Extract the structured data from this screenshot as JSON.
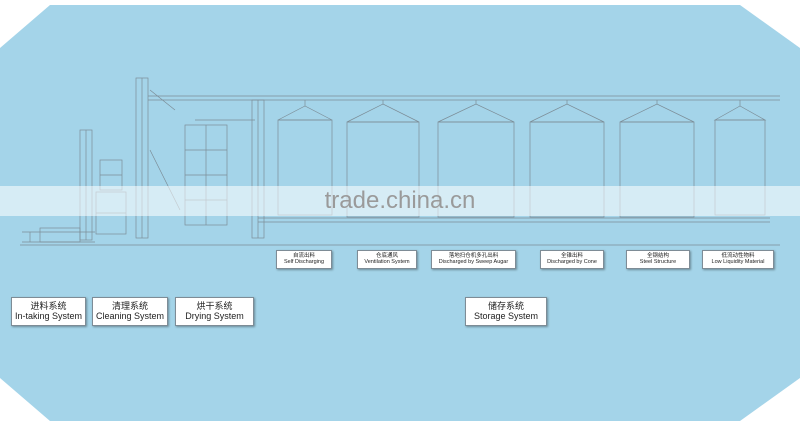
{
  "colors": {
    "panel": "#a4d4e9",
    "line": "#7c8d97",
    "label_bg": "#ffffff",
    "label_border": "#7e8c96"
  },
  "watermark": "trade.china.cn",
  "subsystems": [
    {
      "cn": "自流出料",
      "en": "Self Discharging"
    },
    {
      "cn": "仓底通风",
      "en": "Ventilation System"
    },
    {
      "cn": "落地扫仓机多孔出料",
      "en": "Discharged by Sweep Augar"
    },
    {
      "cn": "全锥出料",
      "en": "Discharged by Cone"
    },
    {
      "cn": "全钢结构",
      "en": "Steel Structure"
    },
    {
      "cn": "低流动性物料",
      "en": "Low Liquidity Material"
    }
  ],
  "systems": [
    {
      "cn": "进料系统",
      "en": "In-taking System"
    },
    {
      "cn": "清理系统",
      "en": "Cleaning System"
    },
    {
      "cn": "烘干系统",
      "en": "Drying System"
    },
    {
      "cn": "储存系统",
      "en": "Storage System"
    }
  ]
}
